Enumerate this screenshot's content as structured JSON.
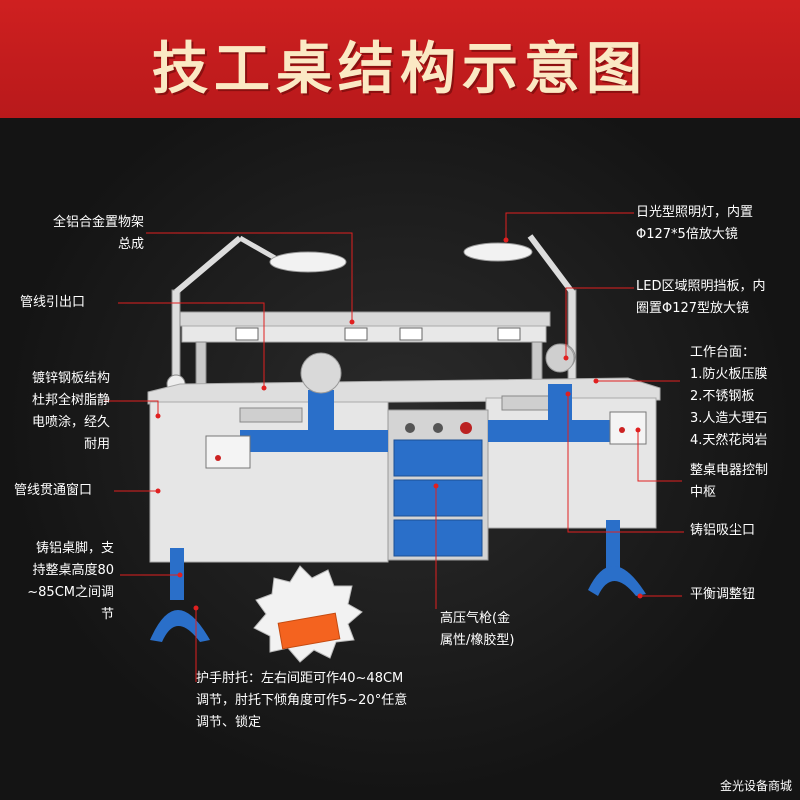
{
  "title": "技工桌结构示意图",
  "labels": {
    "shelf": "全铝合金置物架\n总成",
    "cable_outlet": "管线引出口",
    "steel_structure": "镀锌钢板结构\n杜邦全树脂静\n电喷涂，经久\n耐用",
    "cable_window": "管线贯通窗口",
    "legs": "铸铝桌脚，支\n持整桌高度80\n~85CM之间调\n节",
    "lamp": "日光型照明灯，内置\nΦ127*5倍放大镜",
    "led_shield": "LED区域照明挡板，内\n圈置Φ127型放大镜",
    "worktop": "工作台面：\n1.防火板压膜\n2.不锈钢板\n3.人造大理石\n4.天然花岗岩",
    "control": "整桌电器控制\n中枢",
    "dust_port": "铸铝吸尘口",
    "balance": "平衡调整钮",
    "air_gun": "高压气枪(金\n属性/橡胶型)",
    "armrest": "护手肘托：左右间距可作40~48CM\n调节，肘托下倾角度可作5~20°任意\n调节、锁定"
  },
  "watermark": "金光设备商城",
  "colors": {
    "banner": "#c41c1e",
    "title": "#fbe9c4",
    "leader": "#e02020",
    "accent": "#2a6fc9"
  }
}
